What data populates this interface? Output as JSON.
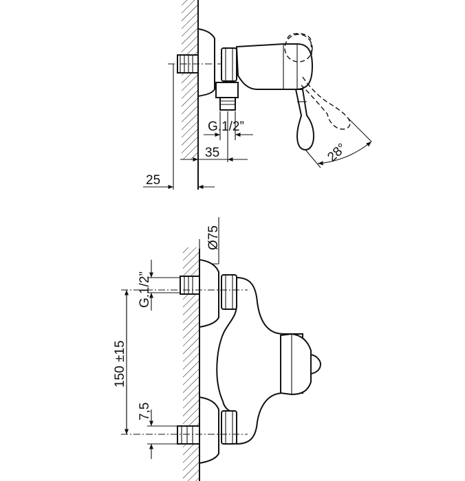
{
  "top_view": {
    "dim_width": "25",
    "dim_offset": "35",
    "thread": "G.1/2”",
    "angle": "28°"
  },
  "front_view": {
    "diameter": "Ø75",
    "thread": "G.1/2”",
    "dim_spacing": "150 ±15",
    "dim_small": "7,5"
  }
}
